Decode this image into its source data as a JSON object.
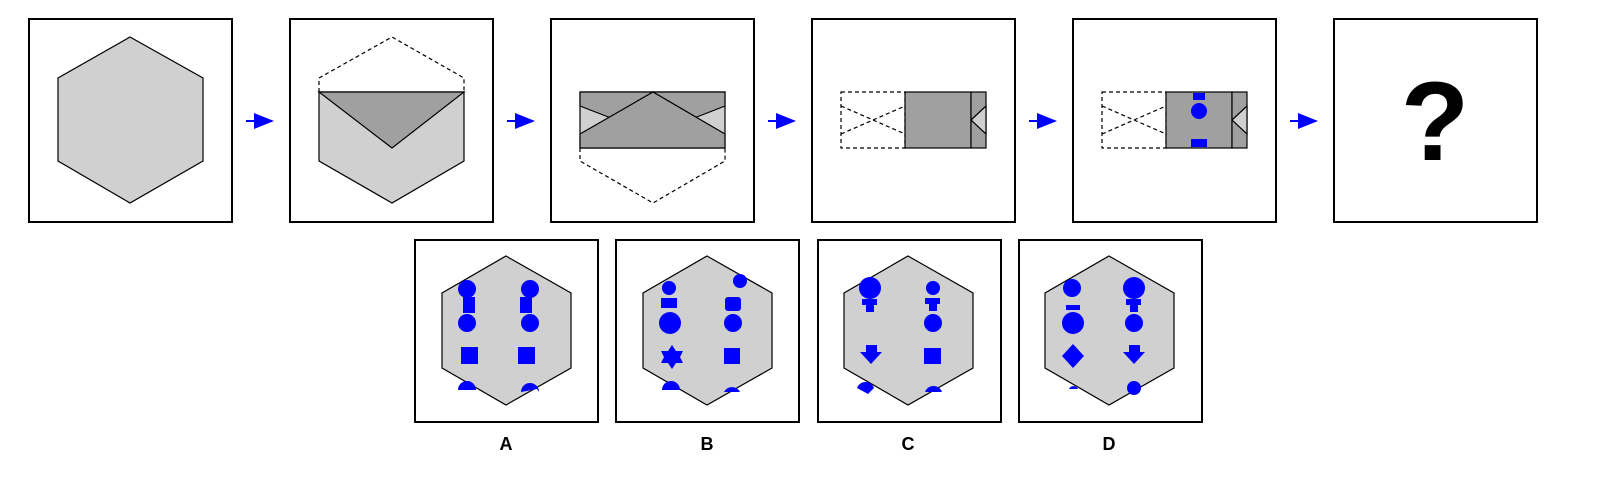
{
  "colors": {
    "hex_fill": "#d0d0d0",
    "fold_fill": "#a0a0a0",
    "stroke": "#000000",
    "marker": "#0000ff",
    "arrow": "#0000ff"
  },
  "sequence": {
    "panels": [
      {
        "name": "step-1-hexagon",
        "icon": "hexagon-paper"
      },
      {
        "name": "step-2-fold-top",
        "icon": "hexagon-top-folded"
      },
      {
        "name": "step-3-fold-bottom",
        "icon": "hexagon-strip"
      },
      {
        "name": "step-4-fold-side",
        "icon": "folded-block"
      },
      {
        "name": "step-5-punched",
        "icon": "folded-block-punched"
      },
      {
        "name": "step-6-unknown",
        "icon": "question-mark"
      }
    ],
    "arrow_icon": "right-arrow",
    "question_text": "?"
  },
  "options": [
    {
      "label": "A"
    },
    {
      "label": "B"
    },
    {
      "label": "C"
    },
    {
      "label": "D"
    }
  ]
}
